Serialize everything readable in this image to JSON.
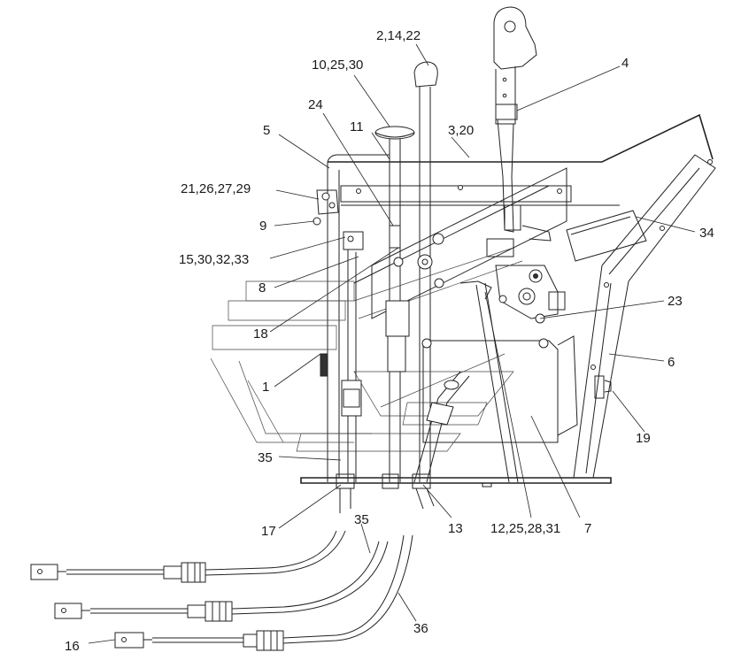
{
  "callouts": [
    {
      "id": "c-2-14-22",
      "text": "2,14,22"
    },
    {
      "id": "c-10-25-30",
      "text": "10,25,30"
    },
    {
      "id": "c-4",
      "text": "4"
    },
    {
      "id": "c-24",
      "text": "24"
    },
    {
      "id": "c-11",
      "text": "11"
    },
    {
      "id": "c-3-20",
      "text": "3,20"
    },
    {
      "id": "c-5",
      "text": "5"
    },
    {
      "id": "c-21-26-27-29",
      "text": "21,26,27,29"
    },
    {
      "id": "c-9",
      "text": "9"
    },
    {
      "id": "c-34",
      "text": "34"
    },
    {
      "id": "c-15-30-32-33",
      "text": "15,30,32,33"
    },
    {
      "id": "c-8",
      "text": "8"
    },
    {
      "id": "c-23",
      "text": "23"
    },
    {
      "id": "c-18",
      "text": "18"
    },
    {
      "id": "c-6",
      "text": "6"
    },
    {
      "id": "c-1",
      "text": "1"
    },
    {
      "id": "c-19",
      "text": "19"
    },
    {
      "id": "c-35a",
      "text": "35"
    },
    {
      "id": "c-17",
      "text": "17"
    },
    {
      "id": "c-13",
      "text": "13"
    },
    {
      "id": "c-12-25-28-31",
      "text": "12,25,28,31"
    },
    {
      "id": "c-7",
      "text": "7"
    },
    {
      "id": "c-35b",
      "text": "35"
    },
    {
      "id": "c-36",
      "text": "36"
    },
    {
      "id": "c-16",
      "text": "16"
    }
  ]
}
